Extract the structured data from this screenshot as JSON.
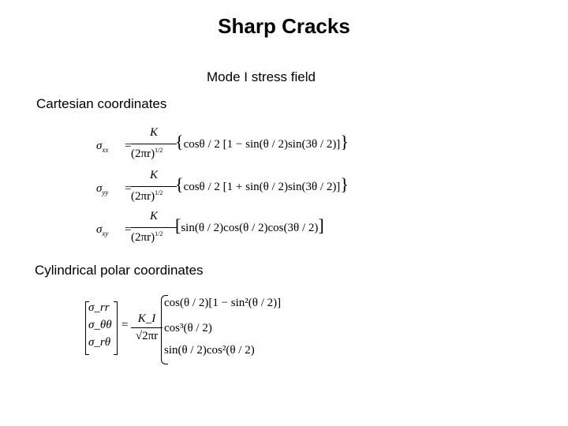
{
  "slide": {
    "title": "Sharp Cracks",
    "subtitle": "Mode I stress field",
    "section_cartesian": "Cartesian coordinates",
    "section_polar": "Cylindrical polar coordinates"
  },
  "cartesian": [
    {
      "sigma": "σ",
      "sub": "xx",
      "num": "K",
      "den": "(2πr)",
      "exp": "1/2",
      "body": "cosθ / 2 [1 − sin(θ / 2)sin(3θ / 2)]",
      "open": "{",
      "close": "}"
    },
    {
      "sigma": "σ",
      "sub": "yy",
      "num": "K",
      "den": "(2πr)",
      "exp": "1/2",
      "body": "cosθ / 2 [1 + sin(θ / 2)sin(3θ / 2)]",
      "open": "{",
      "close": "}"
    },
    {
      "sigma": "σ",
      "sub": "xy",
      "num": "K",
      "den": "(2πr)",
      "exp": "1/2",
      "body": "sin(θ / 2)cos(θ / 2)cos(3θ / 2)",
      "open": "[",
      "close": "]"
    }
  ],
  "polar": {
    "components": [
      "σ_rr",
      "σ_θθ",
      "σ_rθ"
    ],
    "num": "K_I",
    "den": "√2πr",
    "rows": [
      "cos(θ / 2)[1 − sin²(θ / 2)]",
      "cos³(θ / 2)",
      "sin(θ / 2)cos²(θ / 2)"
    ]
  }
}
